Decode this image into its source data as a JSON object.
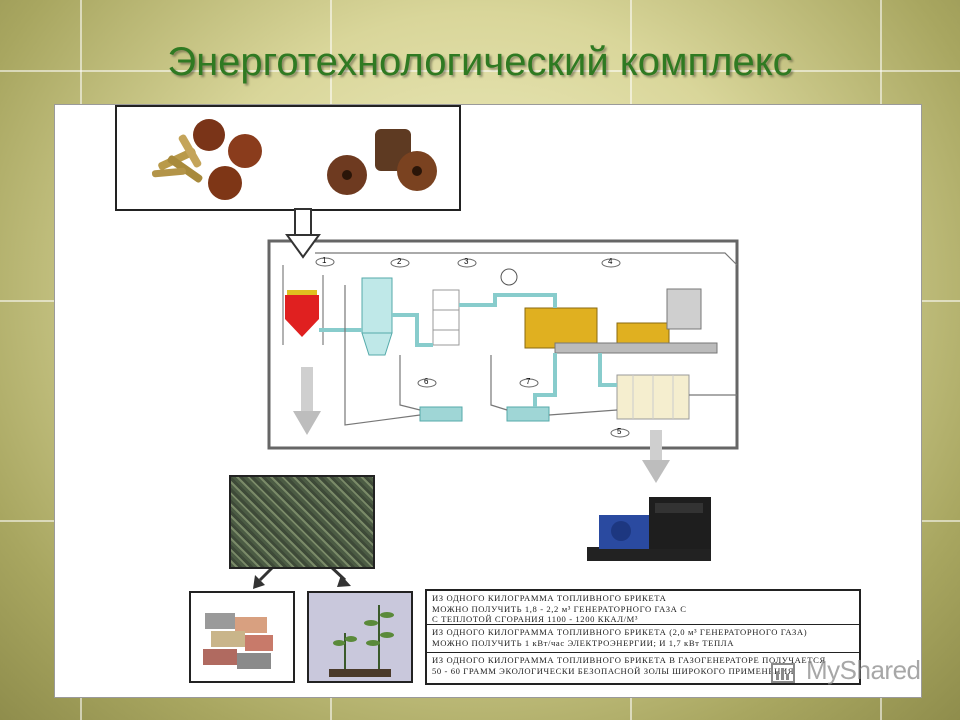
{
  "title": "Энерготехнологический комплекс",
  "diagram": {
    "labels": [
      "1",
      "2",
      "3",
      "4",
      "5",
      "6",
      "7"
    ]
  },
  "info_rows": [
    {
      "line1": "ИЗ ОДНОГО КИЛОГРАММА ТОПЛИВНОГО БРИКЕТА",
      "line2": "МОЖНО ПОЛУЧИТЬ 1,8 - 2,2 м³ ГЕНЕРАТОРНОГО ГАЗА С",
      "line3": "С ТЕПЛОТОЙ СГОРАНИЯ 1100 - 1200 ККАЛ/М³"
    },
    {
      "line1": "ИЗ ОДНОГО КИЛОГРАММА ТОПЛИВНОГО БРИКЕТА (2,0 м³ ГЕНЕРАТОРНОГО ГАЗА)",
      "line2": "МОЖНО ПОЛУЧИТЬ 1 кВт/час ЭЛЕКТРОЭНЕРГИИ; И 1,7 кВт ТЕПЛА"
    },
    {
      "line1": "ИЗ ОДНОГО КИЛОГРАММА ТОПЛИВНОГО БРИКЕТА В ГАЗОГЕНЕРАТОРЕ ПОЛУЧАЕТСЯ",
      "line2": "50 - 60 ГРАММ ЭКОЛОГИЧЕСКИ БЕЗОПАСНОЙ ЗОЛЫ ШИРОКОГО ПРИМЕНЕНИЯ"
    }
  ],
  "watermark": "MyShared",
  "colors": {
    "title": "#2f7a22",
    "reactor": "#e02020",
    "generator": "#e0b020",
    "pipe": "#9fd6d6",
    "gen_set": "#2a4aa0"
  }
}
